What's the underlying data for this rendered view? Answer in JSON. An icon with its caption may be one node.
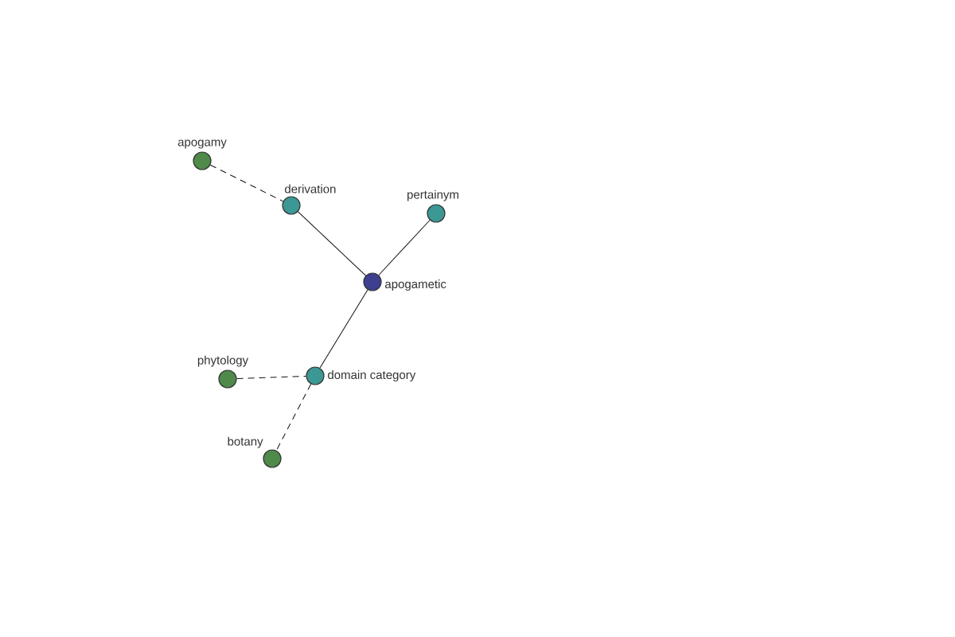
{
  "diagram": {
    "nodes": [
      {
        "text": [
          "apogamy"
        ]
      },
      {
        "text": [
          "derivation"
        ]
      },
      {
        "text": [
          "pertainym"
        ]
      },
      {
        "text": [
          "apogametic"
        ]
      },
      {
        "text": [
          "phytology"
        ]
      },
      {
        "text": [
          "domain category"
        ]
      },
      {
        "text": [
          "botany"
        ]
      }
    ],
    "edges": [
      {
        "from": 0,
        "to": 1,
        "arrow": "none",
        "style": "dashed"
      },
      {
        "from": 1,
        "to": 3,
        "arrow": "none"
      },
      {
        "from": 2,
        "to": 3,
        "arrow": "none"
      },
      {
        "from": 3,
        "to": 5,
        "arrow": "none"
      },
      {
        "from": 4,
        "to": 5,
        "arrow": "none",
        "style": "dashed"
      },
      {
        "from": 5,
        "to": 6,
        "arrow": "none",
        "style": "dashed"
      }
    ]
  }
}
